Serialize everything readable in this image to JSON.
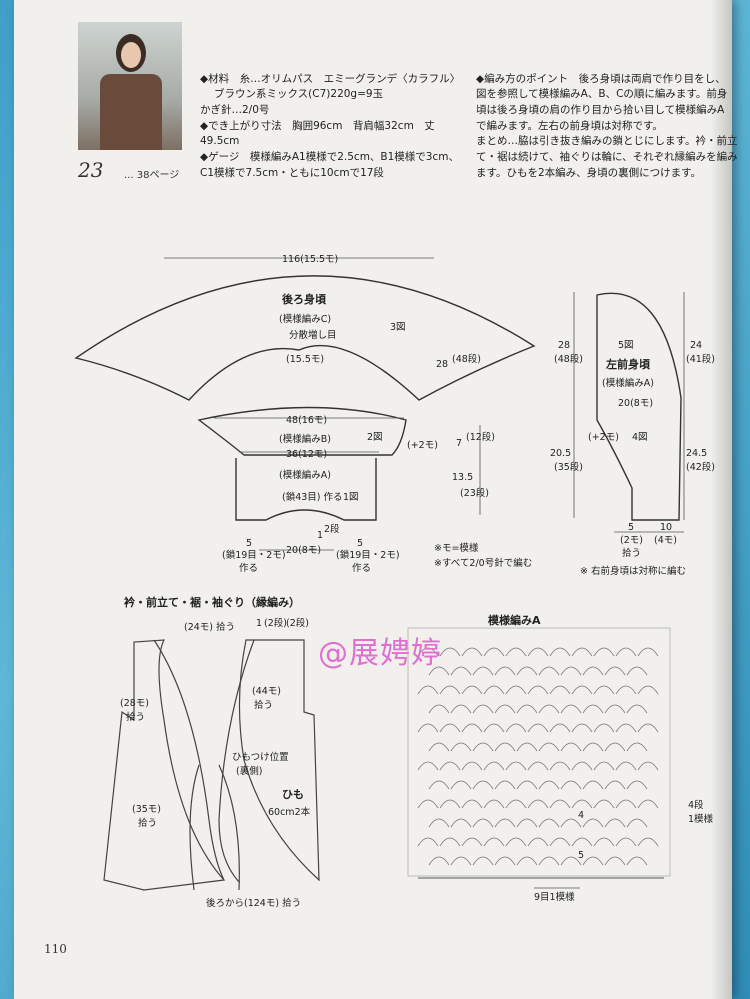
{
  "header": {
    "pattern_number": "23",
    "page_ref": "... 38ページ",
    "materials_line1": "◆材料　糸…オリムパス　エミーグランデ〈カラフル〉",
    "materials_line2": "ブラウン系ミックス(C7)220g=9玉",
    "hook": "かぎ針…2/0号",
    "size_line1": "◆でき上がり寸法　胸囲96cm　背肩幅32cm　丈",
    "size_line2": "49.5cm",
    "gauge_line1": "◆ゲージ　模様編みA1模様で2.5cm、B1模様で3cm、",
    "gauge_line2": "C1模様で7.5cm・ともに10cmで17段",
    "point_line1": "◆編み方のポイント　後ろ身頃は両肩で作り目をし、",
    "point_line2": "図を参照して模様編みA、B、Cの順に編みます。前身",
    "point_line3": "頃は後ろ身頃の肩の作り目から拾い目して模様編みA",
    "point_line4": "で編みます。左右の前身頃は対称です。",
    "point_line5": "まとめ…脇は引き抜き編みの鎖とじにします。衿・前立",
    "point_line6": "て・裾は続けて、袖ぐりは輪に、それぞれ縁編みを編み",
    "point_line7": "ます。ひもを2本編み、身頃の裏側につけます。"
  },
  "back_piece": {
    "top_width": "116(15.5モ)",
    "title": "後ろ身頃",
    "pattern_c": "(模様編みC)",
    "increase": "分散増し目",
    "fig3": "3図",
    "mid_width": "(15.5モ)",
    "side_rows": "28",
    "side_rows_unit": "(48段)",
    "b_width": "48(16モ)",
    "pattern_b": "(模様編みB)",
    "fig2": "2図",
    "b_inner": "36(12モ)",
    "plus2": "(+2モ)",
    "pattern_a": "(模様編みA)",
    "chain43": "(鎖43目) 作る",
    "fig1": "1図",
    "rows_1_2": "1",
    "rows_1_2b": "2段",
    "bottom_left_5": "5",
    "bottom_left_label": "(鎖19目・2モ)",
    "bottom_left_make": "作る",
    "bottom_mid": "20(8モ)",
    "bottom_right_5": "5",
    "bottom_right_label": "(鎖19目・2モ)",
    "bottom_right_make": "作る",
    "h1": "7",
    "h1_rows": "(12段)",
    "h2": "13.5",
    "h2_rows": "(23段)",
    "note1": "※モ=模様",
    "note2": "※すべて2/0号針で編む"
  },
  "front_piece": {
    "fig5": "5図",
    "title": "左前身頃",
    "pattern_a": "(模様編みA)",
    "width": "20(8モ)",
    "plus2": "(+2モ)",
    "fig4": "4図",
    "left_h1": "28",
    "left_h1_rows": "(48段)",
    "left_h2": "20.5",
    "left_h2_rows": "(35段)",
    "right_h1": "24",
    "right_h1_rows": "(41段)",
    "right_h2": "24.5",
    "right_h2_rows": "(42段)",
    "bottom_5": "5",
    "bottom_5_unit": "(2モ)",
    "bottom_5_pick": "拾う",
    "bottom_10": "10",
    "bottom_10_unit": "(4モ)",
    "note": "※ 右前身頃は対称に編む"
  },
  "edging": {
    "title": "衿・前立て・裾・袖ぐり（縁編み）",
    "pick24": "(24モ) 拾う",
    "rows1": "1",
    "rows1b": "(2段)",
    "rows2": "(2段)",
    "pick28": "(28モ)",
    "pick28b": "拾う",
    "pick44": "(44モ)",
    "pick44b": "拾う",
    "tie_pos": "ひもつけ位置",
    "tie_pos2": "(裏側)",
    "tie": "ひも",
    "tie_len": "60cm2本",
    "pick35": "(35モ)",
    "pick35b": "拾う",
    "pick124": "後ろから(124モ) 拾う"
  },
  "chart_a": {
    "title": "模様編みA",
    "row4": "4",
    "row5": "5",
    "right_label1": "4段",
    "right_label2": "1模様",
    "bottom": "9目1模様"
  },
  "watermark": "@展娉婷",
  "page_number": "110"
}
